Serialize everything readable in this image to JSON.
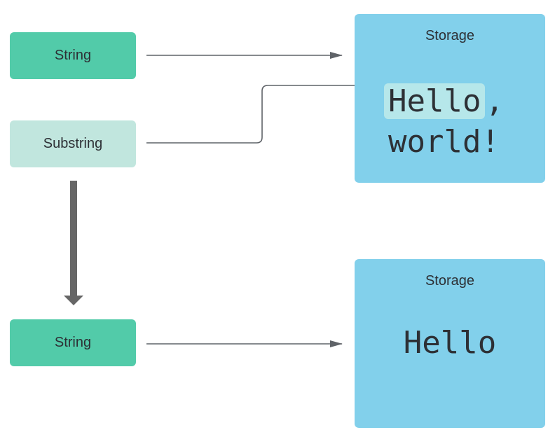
{
  "left_column": {
    "string_top": "String",
    "substring": "Substring",
    "string_bottom": "String"
  },
  "storage_top": {
    "label": "Storage",
    "highlighted_text": "Hello",
    "rest_line1": ",",
    "line2": "world!"
  },
  "storage_bottom": {
    "label": "Storage",
    "text": "Hello"
  },
  "colors": {
    "string": "#52cba9",
    "substring": "#c1e6de",
    "storage": "#82d0eb",
    "highlight": "#b6e7ea",
    "arrow": "#5f6368"
  }
}
